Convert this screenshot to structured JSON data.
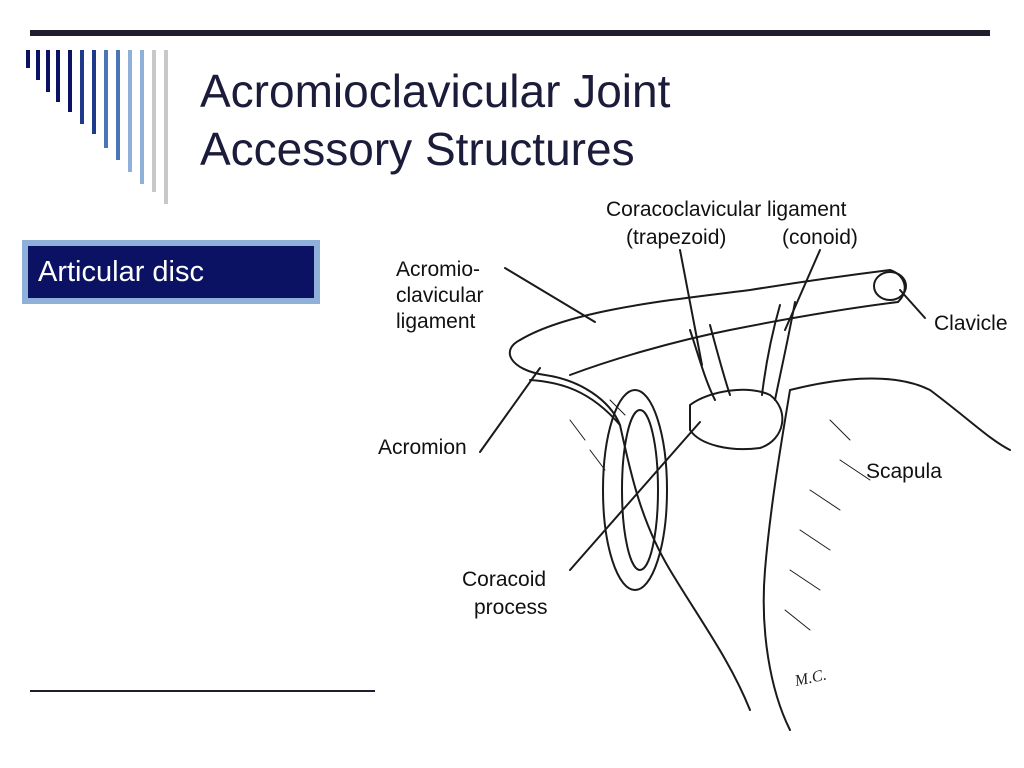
{
  "slide": {
    "title_line1": "Acromioclavicular Joint",
    "title_line2": "Accessory Structures",
    "callout": "Articular disc"
  },
  "figure": {
    "labels": {
      "coracoclavicular": "Coracoclavicular ligament",
      "trapezoid": "(trapezoid)",
      "conoid": "(conoid)",
      "ac_lig_1": "Acromio-",
      "ac_lig_2": "clavicular",
      "ac_lig_3": "ligament",
      "clavicle": "Clavicle",
      "acromion": "Acromion",
      "scapula": "Scapula",
      "coracoid_1": "Coracoid",
      "coracoid_2": "process",
      "signature": "M.C."
    }
  },
  "colors": {
    "title": "#1b1b3a",
    "callout_bg": "#0b1264",
    "callout_border": "#8fb0d8",
    "deco_bars": [
      "#0b1264",
      "#1f3a8a",
      "#4a76b8",
      "#8fb0d8",
      "#c8c8c8"
    ]
  }
}
